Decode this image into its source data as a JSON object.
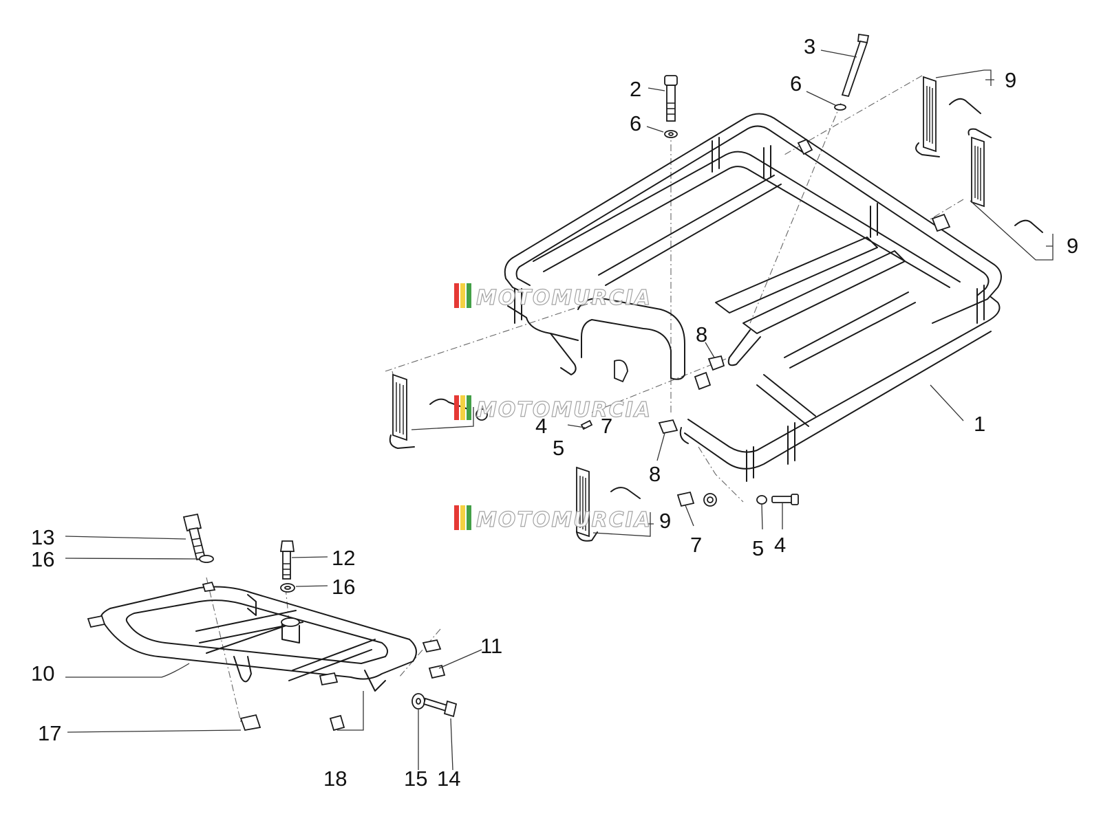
{
  "diagram": {
    "watermark": {
      "text": "MOTOMURCIA",
      "stripe_colors": [
        "#e53935",
        "#f5d142",
        "#43a047"
      ]
    },
    "callouts": [
      {
        "id": "c1",
        "label": "1"
      },
      {
        "id": "c2",
        "label": "2"
      },
      {
        "id": "c3",
        "label": "3"
      },
      {
        "id": "c4a",
        "label": "4"
      },
      {
        "id": "c4b",
        "label": "4"
      },
      {
        "id": "c5a",
        "label": "5"
      },
      {
        "id": "c5b",
        "label": "5"
      },
      {
        "id": "c6a",
        "label": "6"
      },
      {
        "id": "c6b",
        "label": "6"
      },
      {
        "id": "c7a",
        "label": "7"
      },
      {
        "id": "c7b",
        "label": "7"
      },
      {
        "id": "c8a",
        "label": "8"
      },
      {
        "id": "c8b",
        "label": "8"
      },
      {
        "id": "c9a",
        "label": "9"
      },
      {
        "id": "c9b",
        "label": "9"
      },
      {
        "id": "c9c",
        "label": "9"
      },
      {
        "id": "c10",
        "label": "10"
      },
      {
        "id": "c11",
        "label": "11"
      },
      {
        "id": "c12",
        "label": "12"
      },
      {
        "id": "c13",
        "label": "13"
      },
      {
        "id": "c14",
        "label": "14"
      },
      {
        "id": "c15",
        "label": "15"
      },
      {
        "id": "c16a",
        "label": "16"
      },
      {
        "id": "c16b",
        "label": "16"
      },
      {
        "id": "c17",
        "label": "17"
      },
      {
        "id": "c18",
        "label": "18"
      }
    ]
  }
}
